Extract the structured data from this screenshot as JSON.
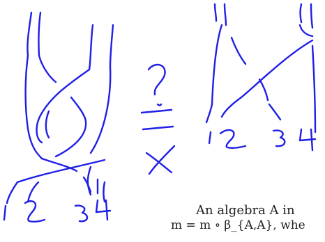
{
  "left_braid": {
    "strand_labels": [
      "1",
      "2",
      "3",
      "4"
    ]
  },
  "relation": {
    "question_mark": "?",
    "symbol": "=",
    "note": "X"
  },
  "right_braid": {
    "strand_labels": [
      "1",
      "2",
      "3",
      "4"
    ]
  },
  "caption": {
    "line1": "An algebra A in",
    "line2": "m = m ∘ β_{A,A}, whe"
  },
  "colors": {
    "ink": "#1f1fe6",
    "text": "#222222",
    "background": "#ffffff"
  }
}
